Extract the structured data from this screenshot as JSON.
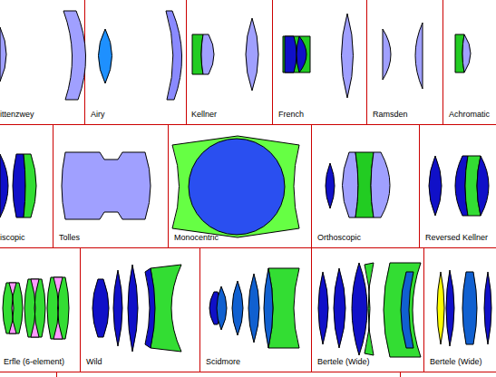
{
  "diagram": {
    "nodes": [
      {
        "text": [
          "ittenzwey"
        ]
      },
      {
        "text": [
          "Airy"
        ]
      },
      {
        "text": [
          "Kellner"
        ]
      },
      {
        "text": [
          "French"
        ]
      },
      {
        "text": [
          "Ramsden"
        ]
      },
      {
        "text": [
          "Achromatic"
        ]
      },
      {
        "text": [
          "iscopic"
        ]
      },
      {
        "text": [
          "Tolles"
        ]
      },
      {
        "text": [
          "Monocentric"
        ]
      },
      {
        "text": [
          "Orthoscopic"
        ]
      },
      {
        "text": [
          "Reversed Kellner"
        ]
      },
      {
        "text": [
          "Erfle (6-element)"
        ]
      },
      {
        "text": [
          "Wild"
        ]
      },
      {
        "text": [
          "Scidmore"
        ]
      },
      {
        "text": [
          "Bertele (Wide)"
        ]
      },
      {
        "text": [
          "Bertele (Wide)"
        ]
      }
    ]
  }
}
